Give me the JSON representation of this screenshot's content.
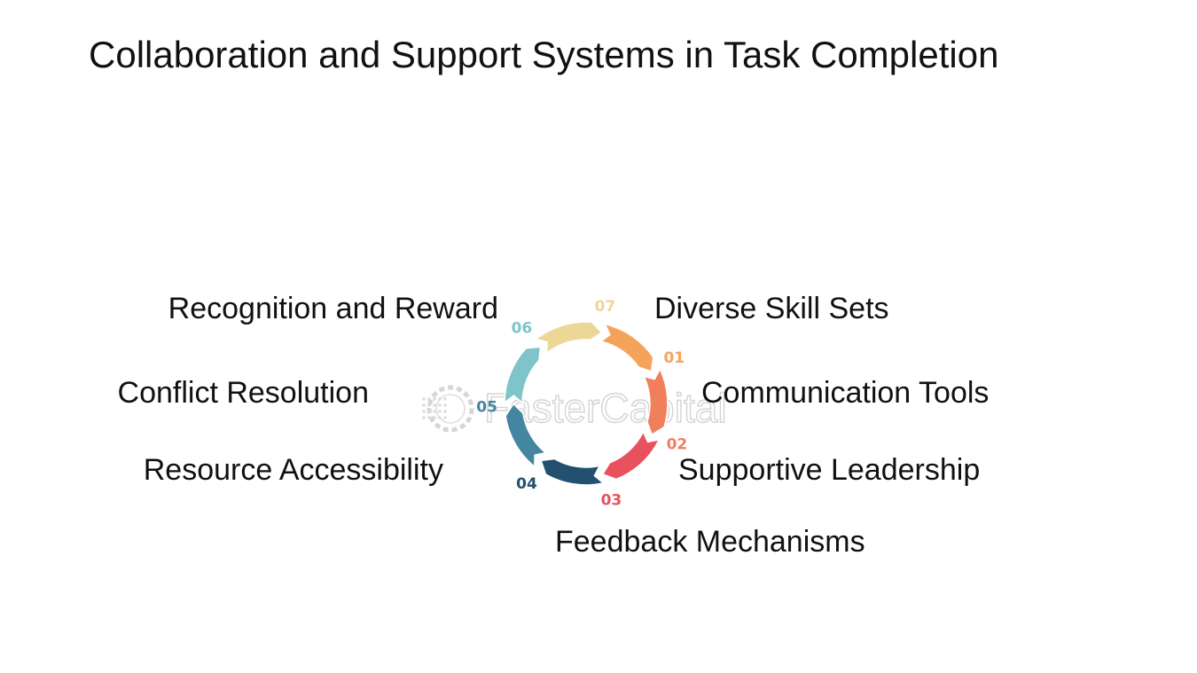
{
  "title": "Collaboration and Support Systems in Task Completion",
  "watermark": {
    "text": "FasterCapital",
    "logo_icon": "gear-logo-icon"
  },
  "steps": [
    {
      "number": "01",
      "label": "Diverse Skill Sets",
      "color": "#F5A35A"
    },
    {
      "number": "02",
      "label": "Communication Tools",
      "color": "#F27F5C"
    },
    {
      "number": "03",
      "label": "Supportive Leadership",
      "color": "#E8515E"
    },
    {
      "number": "04",
      "label": "Feedback Mechanisms",
      "color": "#22506E"
    },
    {
      "number": "05",
      "label": "Resource Accessibility",
      "color": "#44869F"
    },
    {
      "number": "06",
      "label": "Conflict Resolution",
      "color": "#7EC4C9"
    },
    {
      "number": "07",
      "label": "Recognition and Reward",
      "color": "#ECD797"
    }
  ]
}
